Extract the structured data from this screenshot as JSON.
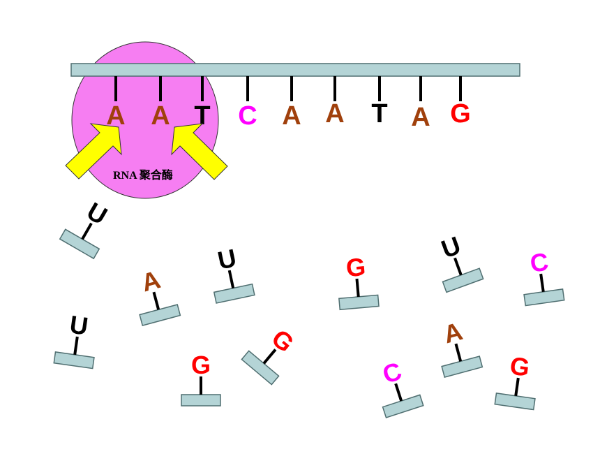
{
  "colors": {
    "A": "#a0400c",
    "T": "#000000",
    "C": "#ff00ff",
    "G": "#ff0000",
    "U": "#000000",
    "backbone": "#b4d4d6",
    "backbone_stroke": "#4f6e70",
    "enzyme": "#f67ef2",
    "arrow": "#ffff00"
  },
  "template_strand": {
    "bases": [
      "A",
      "A",
      "T",
      "C",
      "A",
      "A",
      "T",
      "A",
      "G"
    ]
  },
  "enzyme": {
    "label": "RNA 聚合酶"
  },
  "free_nucleotides": [
    "U",
    "A",
    "U",
    "G",
    "U",
    "C",
    "U",
    "G",
    "G",
    "C",
    "A",
    "G"
  ]
}
